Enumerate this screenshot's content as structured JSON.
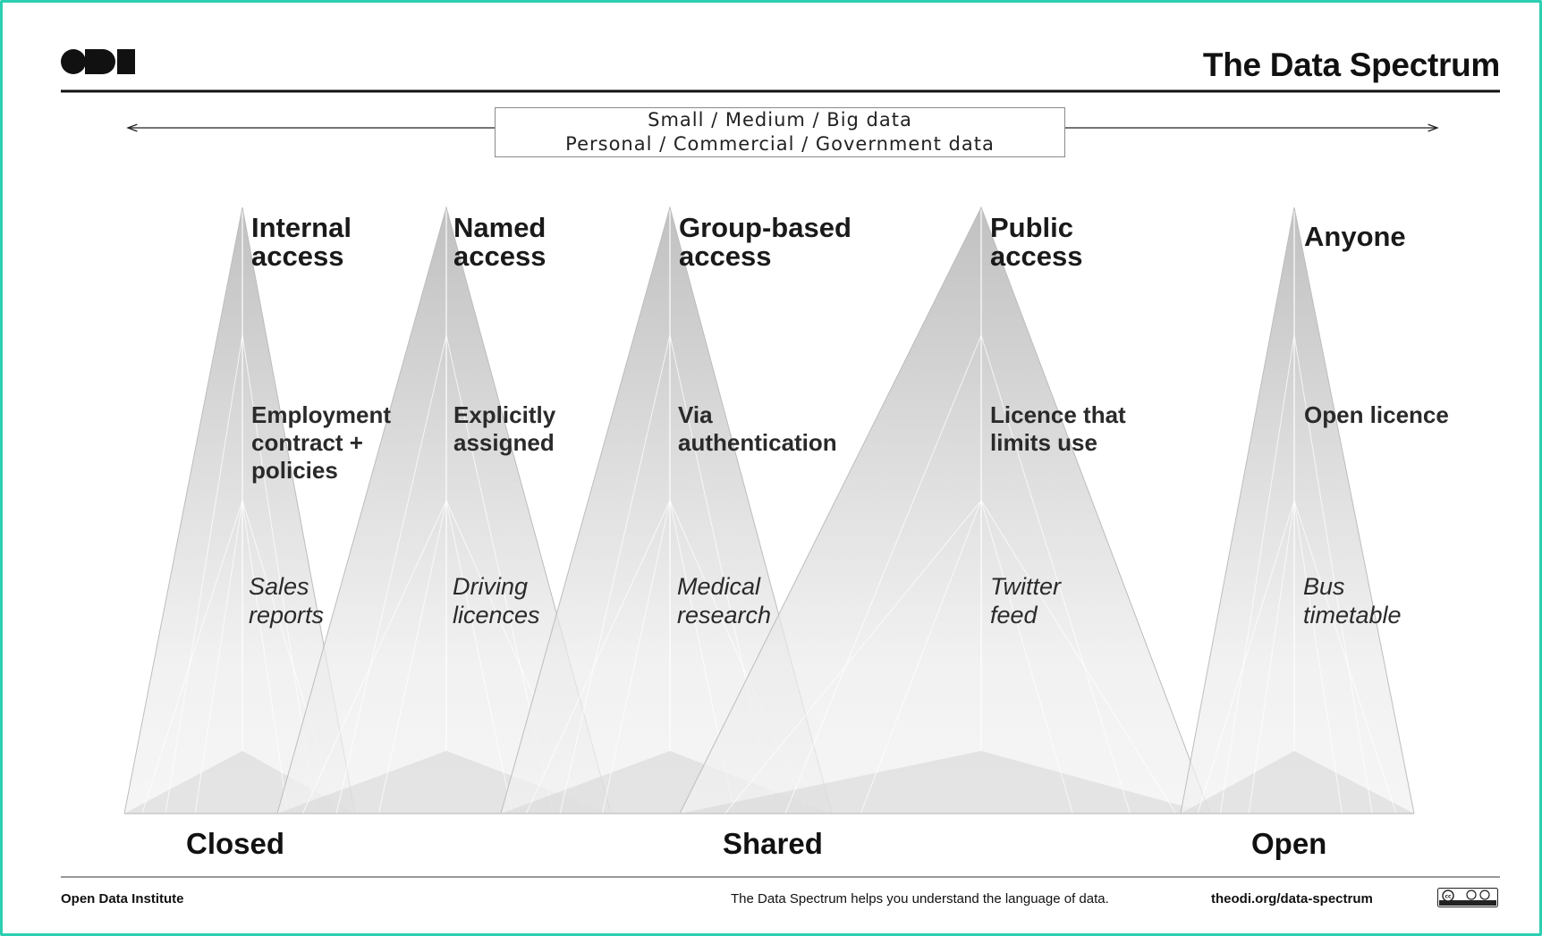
{
  "header": {
    "title": "The Data Spectrum",
    "logo_text": "ODI"
  },
  "scale": {
    "line1": "Small  /  Medium  /  Big data",
    "line2": "Personal  /  Commercial  /  Government data"
  },
  "columns": [
    {
      "heading": [
        "Internal",
        "access"
      ],
      "condition": [
        "Employment",
        "contract +",
        "policies"
      ],
      "example": [
        "Sales",
        "reports"
      ]
    },
    {
      "heading": [
        "Named",
        "access"
      ],
      "condition": [
        "Explicitly",
        "assigned"
      ],
      "example": [
        "Driving",
        "licences"
      ]
    },
    {
      "heading": [
        "Group-based",
        "access"
      ],
      "condition": [
        "Via",
        "authentication"
      ],
      "example": [
        "Medical",
        "research"
      ]
    },
    {
      "heading": [
        "Public",
        "access"
      ],
      "condition": [
        "Licence that",
        "limits use"
      ],
      "example": [
        "Twitter",
        "feed"
      ]
    },
    {
      "heading": [
        "Anyone"
      ],
      "condition": [
        "Open licence"
      ],
      "example": [
        "Bus",
        "timetable"
      ]
    }
  ],
  "bottom_labels": {
    "closed": "Closed",
    "shared": "Shared",
    "open": "Open"
  },
  "footer": {
    "organization": "Open Data Institute",
    "tagline": "The Data Spectrum helps you understand the language of data.",
    "url": "theodi.org/data-spectrum",
    "license_badge": "cc-by-sa-badge"
  },
  "colors": {
    "frame": "#2ccfb0",
    "peak_dark": "#aeaeae",
    "base_light": "#f1f1f1",
    "text": "#111111"
  }
}
